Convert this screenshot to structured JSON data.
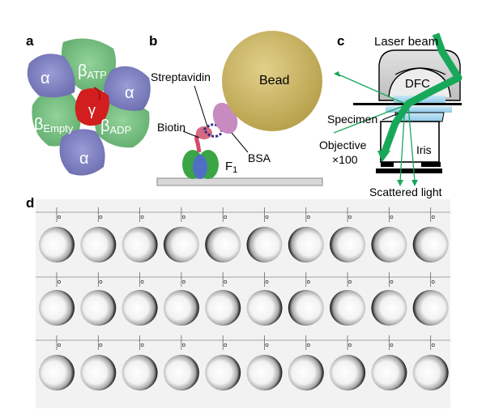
{
  "figure": {
    "panel_a": {
      "letter": "a",
      "labels": {
        "alpha_left": "α",
        "alpha_right": "α",
        "alpha_bottom": "α",
        "beta_atp_base": "β",
        "beta_atp_sub": "ATP",
        "beta_empty_base": "β",
        "beta_empty_sub": "Empty",
        "beta_adp_base": "β",
        "beta_adp_sub": "ADP",
        "gamma": "γ"
      },
      "colors": {
        "alpha": "#8a8cc4",
        "beta": "#7fc48a",
        "gamma": "#d21e1e"
      }
    },
    "panel_b": {
      "letter": "b",
      "labels": {
        "bead": "Bead",
        "streptavidin": "Streptavidin",
        "biotin": "Biotin",
        "bsa": "BSA",
        "f1_base": "F",
        "f1_sub": "1"
      },
      "colors": {
        "bead": "#c9b565",
        "bsa": "#c88bc0",
        "streptavidin": "#3a2a8a",
        "f1_green": "#3aa545",
        "f1_blue": "#4f6fc4",
        "biotin": "#d24a6a"
      }
    },
    "panel_c": {
      "letter": "c",
      "labels": {
        "laser_beam": "Laser beam",
        "dfc": "DFC",
        "specimen": "Specimen",
        "objective": "Objective",
        "magnification": "×100",
        "iris": "Iris",
        "scattered_light": "Scattered light"
      },
      "colors": {
        "beam": "#18a85a",
        "lens": "#cfcfcf",
        "specimen": "#a9d6ee"
      }
    },
    "panel_d": {
      "letter": "d",
      "rows": 3,
      "columns": 10,
      "bright_side": [
        [
          "left",
          "left",
          "left",
          "right",
          "right",
          "right",
          "right",
          "right",
          "right",
          "right"
        ],
        [
          "left",
          "left",
          "left",
          "left",
          "left",
          "left",
          "right",
          "right",
          "right",
          "right"
        ],
        [
          "left",
          "left",
          "left",
          "left",
          "left",
          "left",
          "left",
          "left",
          "left",
          "left"
        ]
      ]
    }
  }
}
